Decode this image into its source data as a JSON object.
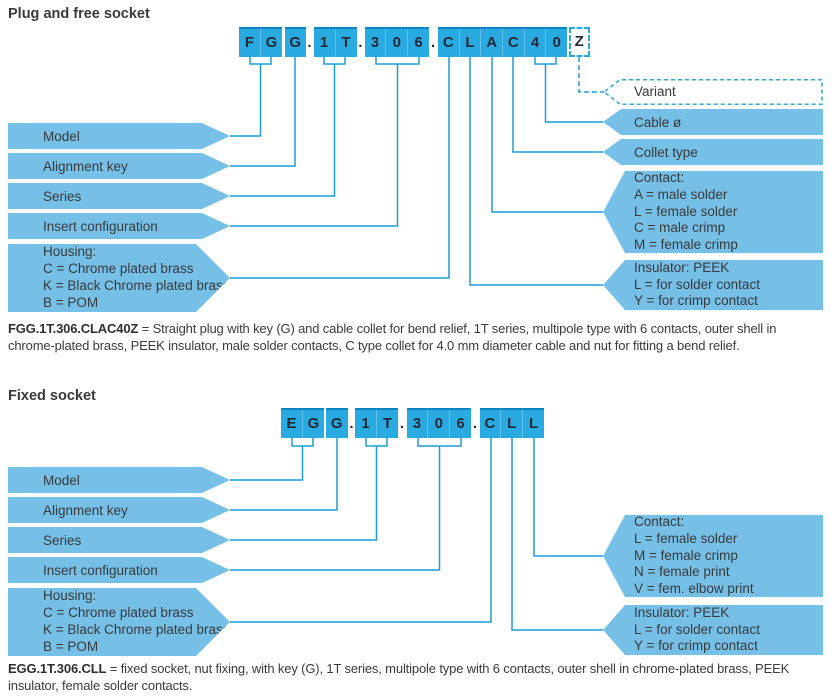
{
  "colors": {
    "box_blue": "#29abe2",
    "arrow_blue": "#76c0e8",
    "line_blue": "#1b9cd8"
  },
  "plug": {
    "heading": "Plug and free socket",
    "code": {
      "g1": [
        "F",
        "G"
      ],
      "g2": [
        "G"
      ],
      "d1": ".",
      "g3": [
        "1",
        "T"
      ],
      "d2": ".",
      "g4": [
        "3",
        "0",
        "6"
      ],
      "d3": ".",
      "g5": [
        "C",
        "L",
        "A",
        "C",
        "4",
        "0"
      ],
      "g6": [
        "Z"
      ]
    },
    "labels": {
      "model": "Model",
      "alignment_key": "Alignment key",
      "series": "Series",
      "insert_configuration": "Insert configuration",
      "housing": [
        "Housing:",
        "C = Chrome plated brass",
        "K = Black Chrome plated brass",
        "B = POM"
      ],
      "variant": "Variant",
      "cable": "Cable ø",
      "collet": "Collet type",
      "contact": [
        "Contact:",
        "A = male solder",
        "L = female solder",
        "C = male crimp",
        "M = female crimp"
      ],
      "insulator": [
        "Insulator: PEEK",
        "L = for solder contact",
        "Y = for crimp contact"
      ]
    },
    "description_code": "FGG.1T.306.CLAC40Z",
    "description_text": " = Straight plug with key (G) and cable collet for bend relief, 1T series, multipole type with 6 contacts, outer shell in chrome-plated brass, PEEK insulator, male solder contacts, C type collet for 4.0 mm diameter cable and nut for fitting a bend relief."
  },
  "socket": {
    "heading": "Fixed socket",
    "code": {
      "g1": [
        "E",
        "G"
      ],
      "g2": [
        "G"
      ],
      "d1": ".",
      "g3": [
        "1",
        "T"
      ],
      "d2": ".",
      "g4": [
        "3",
        "0",
        "6"
      ],
      "d3": ".",
      "g5": [
        "C",
        "L",
        "L"
      ]
    },
    "labels": {
      "model": "Model",
      "alignment_key": "Alignment key",
      "series": "Series",
      "insert_configuration": "Insert configuration",
      "housing": [
        "Housing:",
        "C = Chrome plated brass",
        "K = Black Chrome plated brass",
        "B = POM"
      ],
      "contact": [
        "Contact:",
        "L = female solder",
        "M = female crimp",
        "N = female print",
        "V = fem. elbow print"
      ],
      "insulator": [
        "Insulator: PEEK",
        "L = for solder contact",
        "Y = for crimp contact"
      ]
    },
    "description_code": "EGG.1T.306.CLL",
    "description_text": " = fixed socket, nut fixing, with key (G), 1T series, multipole type with 6 contacts, outer shell in chrome-plated brass, PEEK insulator, female solder contacts."
  }
}
